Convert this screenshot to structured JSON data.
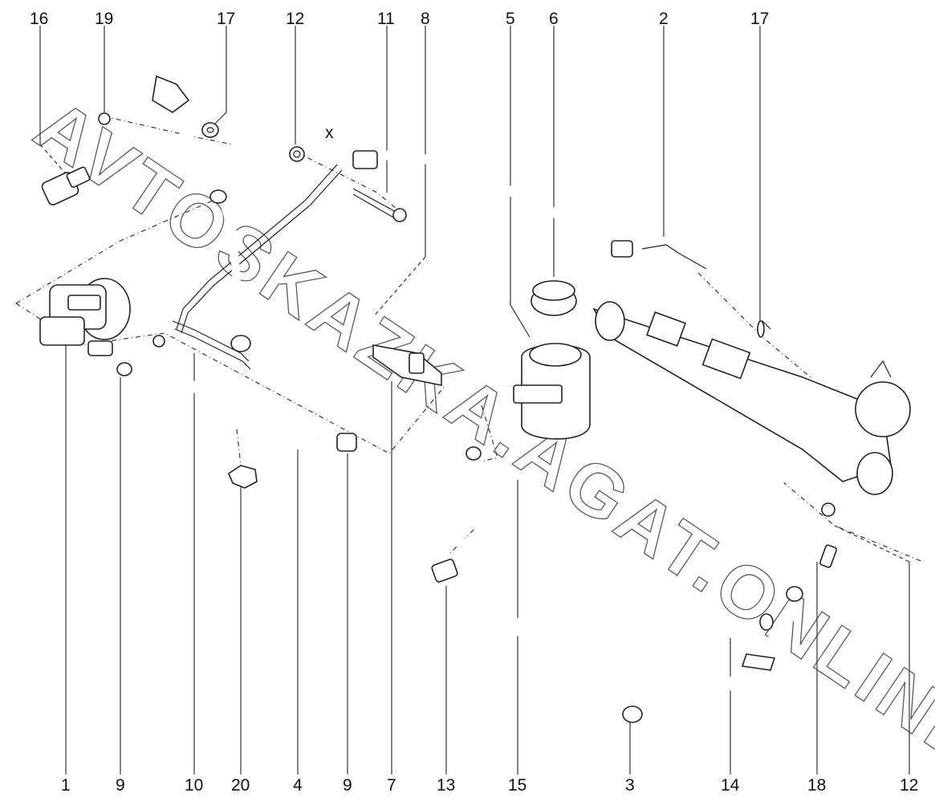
{
  "callouts_top": [
    "16",
    "19",
    "17",
    "12",
    "11",
    "8",
    "5",
    "6",
    "2",
    "17"
  ],
  "callouts_bottom": [
    "1",
    "9",
    "10",
    "20",
    "4",
    "9",
    "7",
    "13",
    "15",
    "3",
    "14",
    "18",
    "12"
  ],
  "watermark": "AVTOSKAZKA.AGAT.ONLINE",
  "small_mark": "x"
}
